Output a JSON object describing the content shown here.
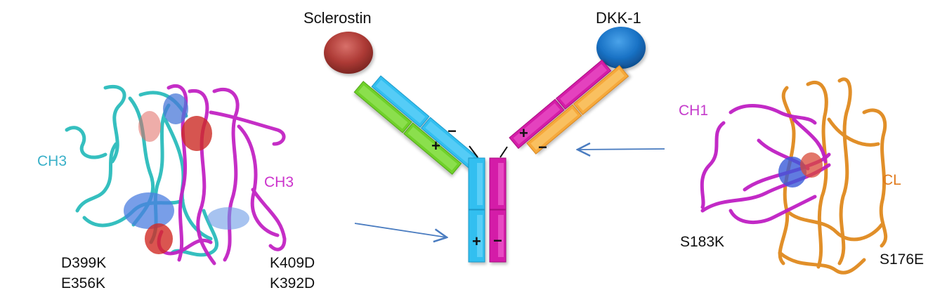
{
  "antigens": {
    "left": {
      "label": "Sclerostin",
      "color": "#b03a36"
    },
    "right": {
      "label": "DKK-1",
      "color": "#1a76c8"
    }
  },
  "antibody": {
    "colors": {
      "heavy_left": "#33bff0",
      "light_left": "#6fd12c",
      "heavy_right": "#d41ba8",
      "light_right": "#f6a93a"
    },
    "charges": {
      "left_arm_heavy": "−",
      "left_arm_light": "+",
      "right_arm_heavy": "+",
      "right_arm_light": "−",
      "fc_left": "+",
      "fc_right": "−"
    }
  },
  "left_panel": {
    "domain_left": {
      "label": "CH3",
      "color": "#39b0c8"
    },
    "domain_right": {
      "label": "CH3",
      "color": "#cc33cc"
    },
    "mutations_left": [
      "D399K",
      "E356K"
    ],
    "mutations_right": [
      "K409D",
      "K392D"
    ]
  },
  "right_panel": {
    "domain_heavy": {
      "label": "CH1",
      "color": "#c43acb"
    },
    "domain_light": {
      "label": "CL",
      "color": "#e07a1c"
    },
    "mutation_heavy": "S183K",
    "mutation_light": "S176E"
  },
  "arrow_color": "#4a7cc0"
}
